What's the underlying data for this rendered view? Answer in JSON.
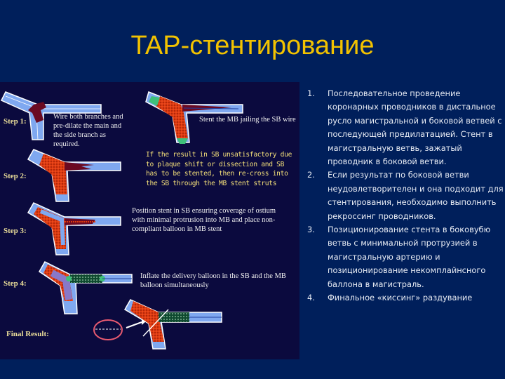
{
  "slide": {
    "title": "TAP-стентирование",
    "background_color": "#001f5b",
    "title_color": "#f2c200"
  },
  "figure": {
    "background_color": "#0b0a3e",
    "steps": [
      {
        "label": "Step 1:",
        "text": "Wire both branches and pre-dilate the main and the side branch as required."
      },
      {
        "label": "",
        "text": "Stent the MB jailing the SB wire"
      },
      {
        "label": "Step 2:",
        "text": "If the result in SB unsatisfactory due to plaque shift or dissection and SB has to be stented, then re-cross into the SB through the MB stent struts"
      },
      {
        "label": "Step 3:",
        "text": "Position stent in SB ensuring coverage of ostium with minimal protrusion into MB and place non-compliant balloon in MB stent"
      },
      {
        "label": "Step 4:",
        "text": "Inflate the delivery balloon in the SB and the MB balloon simultaneously"
      },
      {
        "label": "Final Result:",
        "text": ""
      }
    ],
    "colors": {
      "vessel": "#7fa8f0",
      "vessel_edge": "#ffffff",
      "plaque": "#6b0a22",
      "stent": "#e03a10",
      "balloon": "#0f5a3a",
      "marker": "#3ec07a",
      "label": "#ecdf9a",
      "highlight_text": "#f4e07a"
    }
  },
  "list": {
    "items": [
      {
        "num": "1.",
        "text": "Последовательное проведение коронарных проводников в дистальное русло магистральной и боковой ветвей с последующей предилатацией. Стент в магистральную ветвь, зажатый проводник в боковой ветви."
      },
      {
        "num": "2.",
        "text": "Если результат по боковой ветви неудовлетворителен и она подходит для стентирования, необходимо выполнить рекроссинг проводников."
      },
      {
        "num": "3.",
        "text": "Позиционирование  стента в боковубю ветвь с минимальной протрузией в магистральную артерию и позиционирование некомплайнсного баллона в магистраль."
      },
      {
        "num": "4.",
        "text": "Финальное «киссинг» раздувание"
      }
    ]
  }
}
